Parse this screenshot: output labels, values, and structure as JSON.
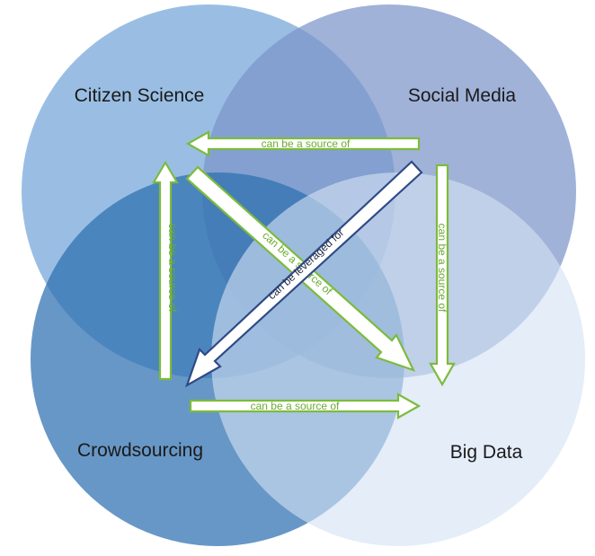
{
  "circles": {
    "citizen_science": {
      "label": "Citizen Science",
      "color": "#5b9bd5"
    },
    "social_media": {
      "label": "Social Media",
      "color": "#7f9ccf"
    },
    "crowdsourcing": {
      "label": "Crowdsourcing",
      "color": "#2e75b6"
    },
    "big_data": {
      "label": "Big Data",
      "color": "#d6e4f5"
    }
  },
  "arrows": {
    "social_to_citizen": {
      "label": "can be a source of"
    },
    "citizen_to_bigdata": {
      "label": "can be a source of"
    },
    "social_to_crowd": {
      "label": "can be leveraged for"
    },
    "crowd_to_citizen": {
      "label": "can be a source of"
    },
    "social_to_bigdata": {
      "label": "can be a source of"
    },
    "crowd_to_bigdata": {
      "label": "can be a source of"
    }
  },
  "colors": {
    "arrow_green": "#7cbb3c",
    "arrow_navy": "#2f4a86",
    "background": "#ffffff"
  }
}
